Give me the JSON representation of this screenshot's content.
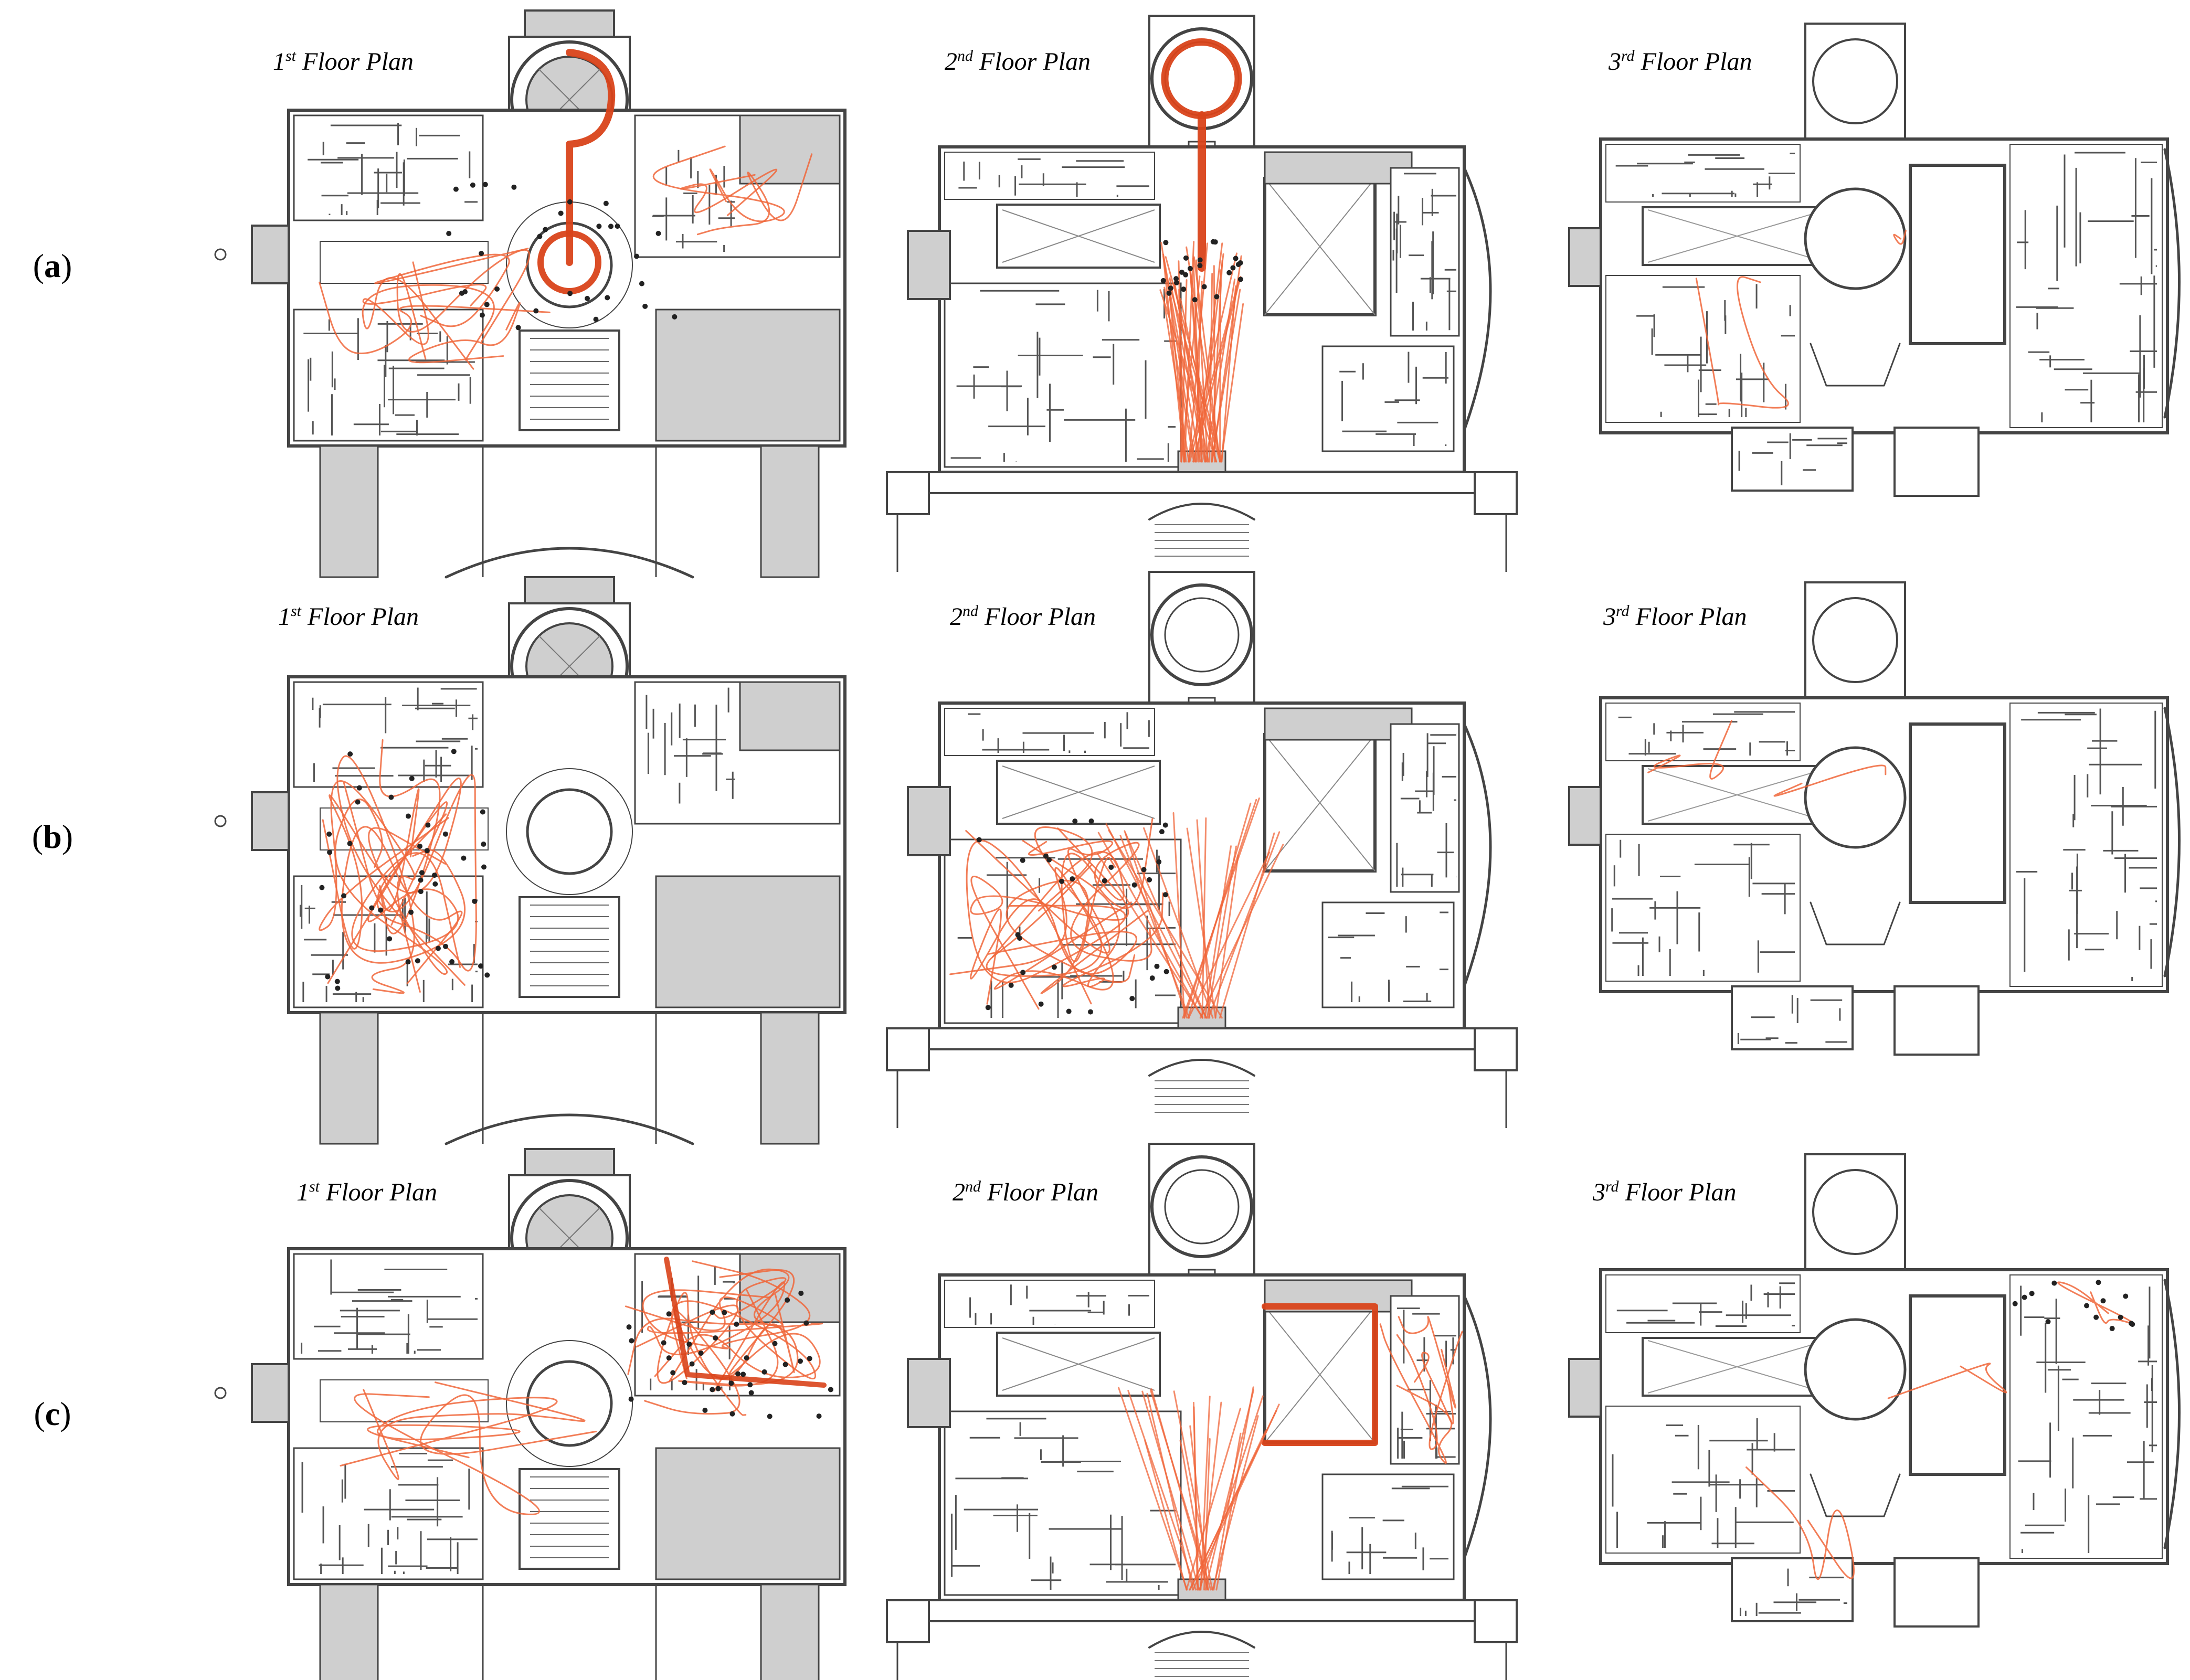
{
  "rows": [
    {
      "id": "a",
      "label": "a",
      "panels": [
        {
          "floor": "1",
          "ordinal_suffix": "st",
          "title_rest": " Floor Plan"
        },
        {
          "floor": "2",
          "ordinal_suffix": "nd",
          "title_rest": " Floor Plan"
        },
        {
          "floor": "3",
          "ordinal_suffix": "rd",
          "title_rest": " Floor Plan"
        }
      ]
    },
    {
      "id": "b",
      "label": "b",
      "panels": [
        {
          "floor": "1",
          "ordinal_suffix": "st",
          "title_rest": " Floor Plan"
        },
        {
          "floor": "2",
          "ordinal_suffix": "nd",
          "title_rest": " Floor Plan"
        },
        {
          "floor": "3",
          "ordinal_suffix": "rd",
          "title_rest": " Floor Plan"
        }
      ]
    },
    {
      "id": "c",
      "label": "c",
      "panels": [
        {
          "floor": "1",
          "ordinal_suffix": "st",
          "title_rest": " Floor Plan"
        },
        {
          "floor": "2",
          "ordinal_suffix": "nd",
          "title_rest": " Floor Plan"
        },
        {
          "floor": "3",
          "ordinal_suffix": "rd",
          "title_rest": " Floor Plan"
        }
      ]
    }
  ],
  "colors": {
    "wall": "#444444",
    "fill": "#cfcfcf",
    "trajectory": "#f0663a",
    "trajectory_dark": "#d9431a"
  }
}
